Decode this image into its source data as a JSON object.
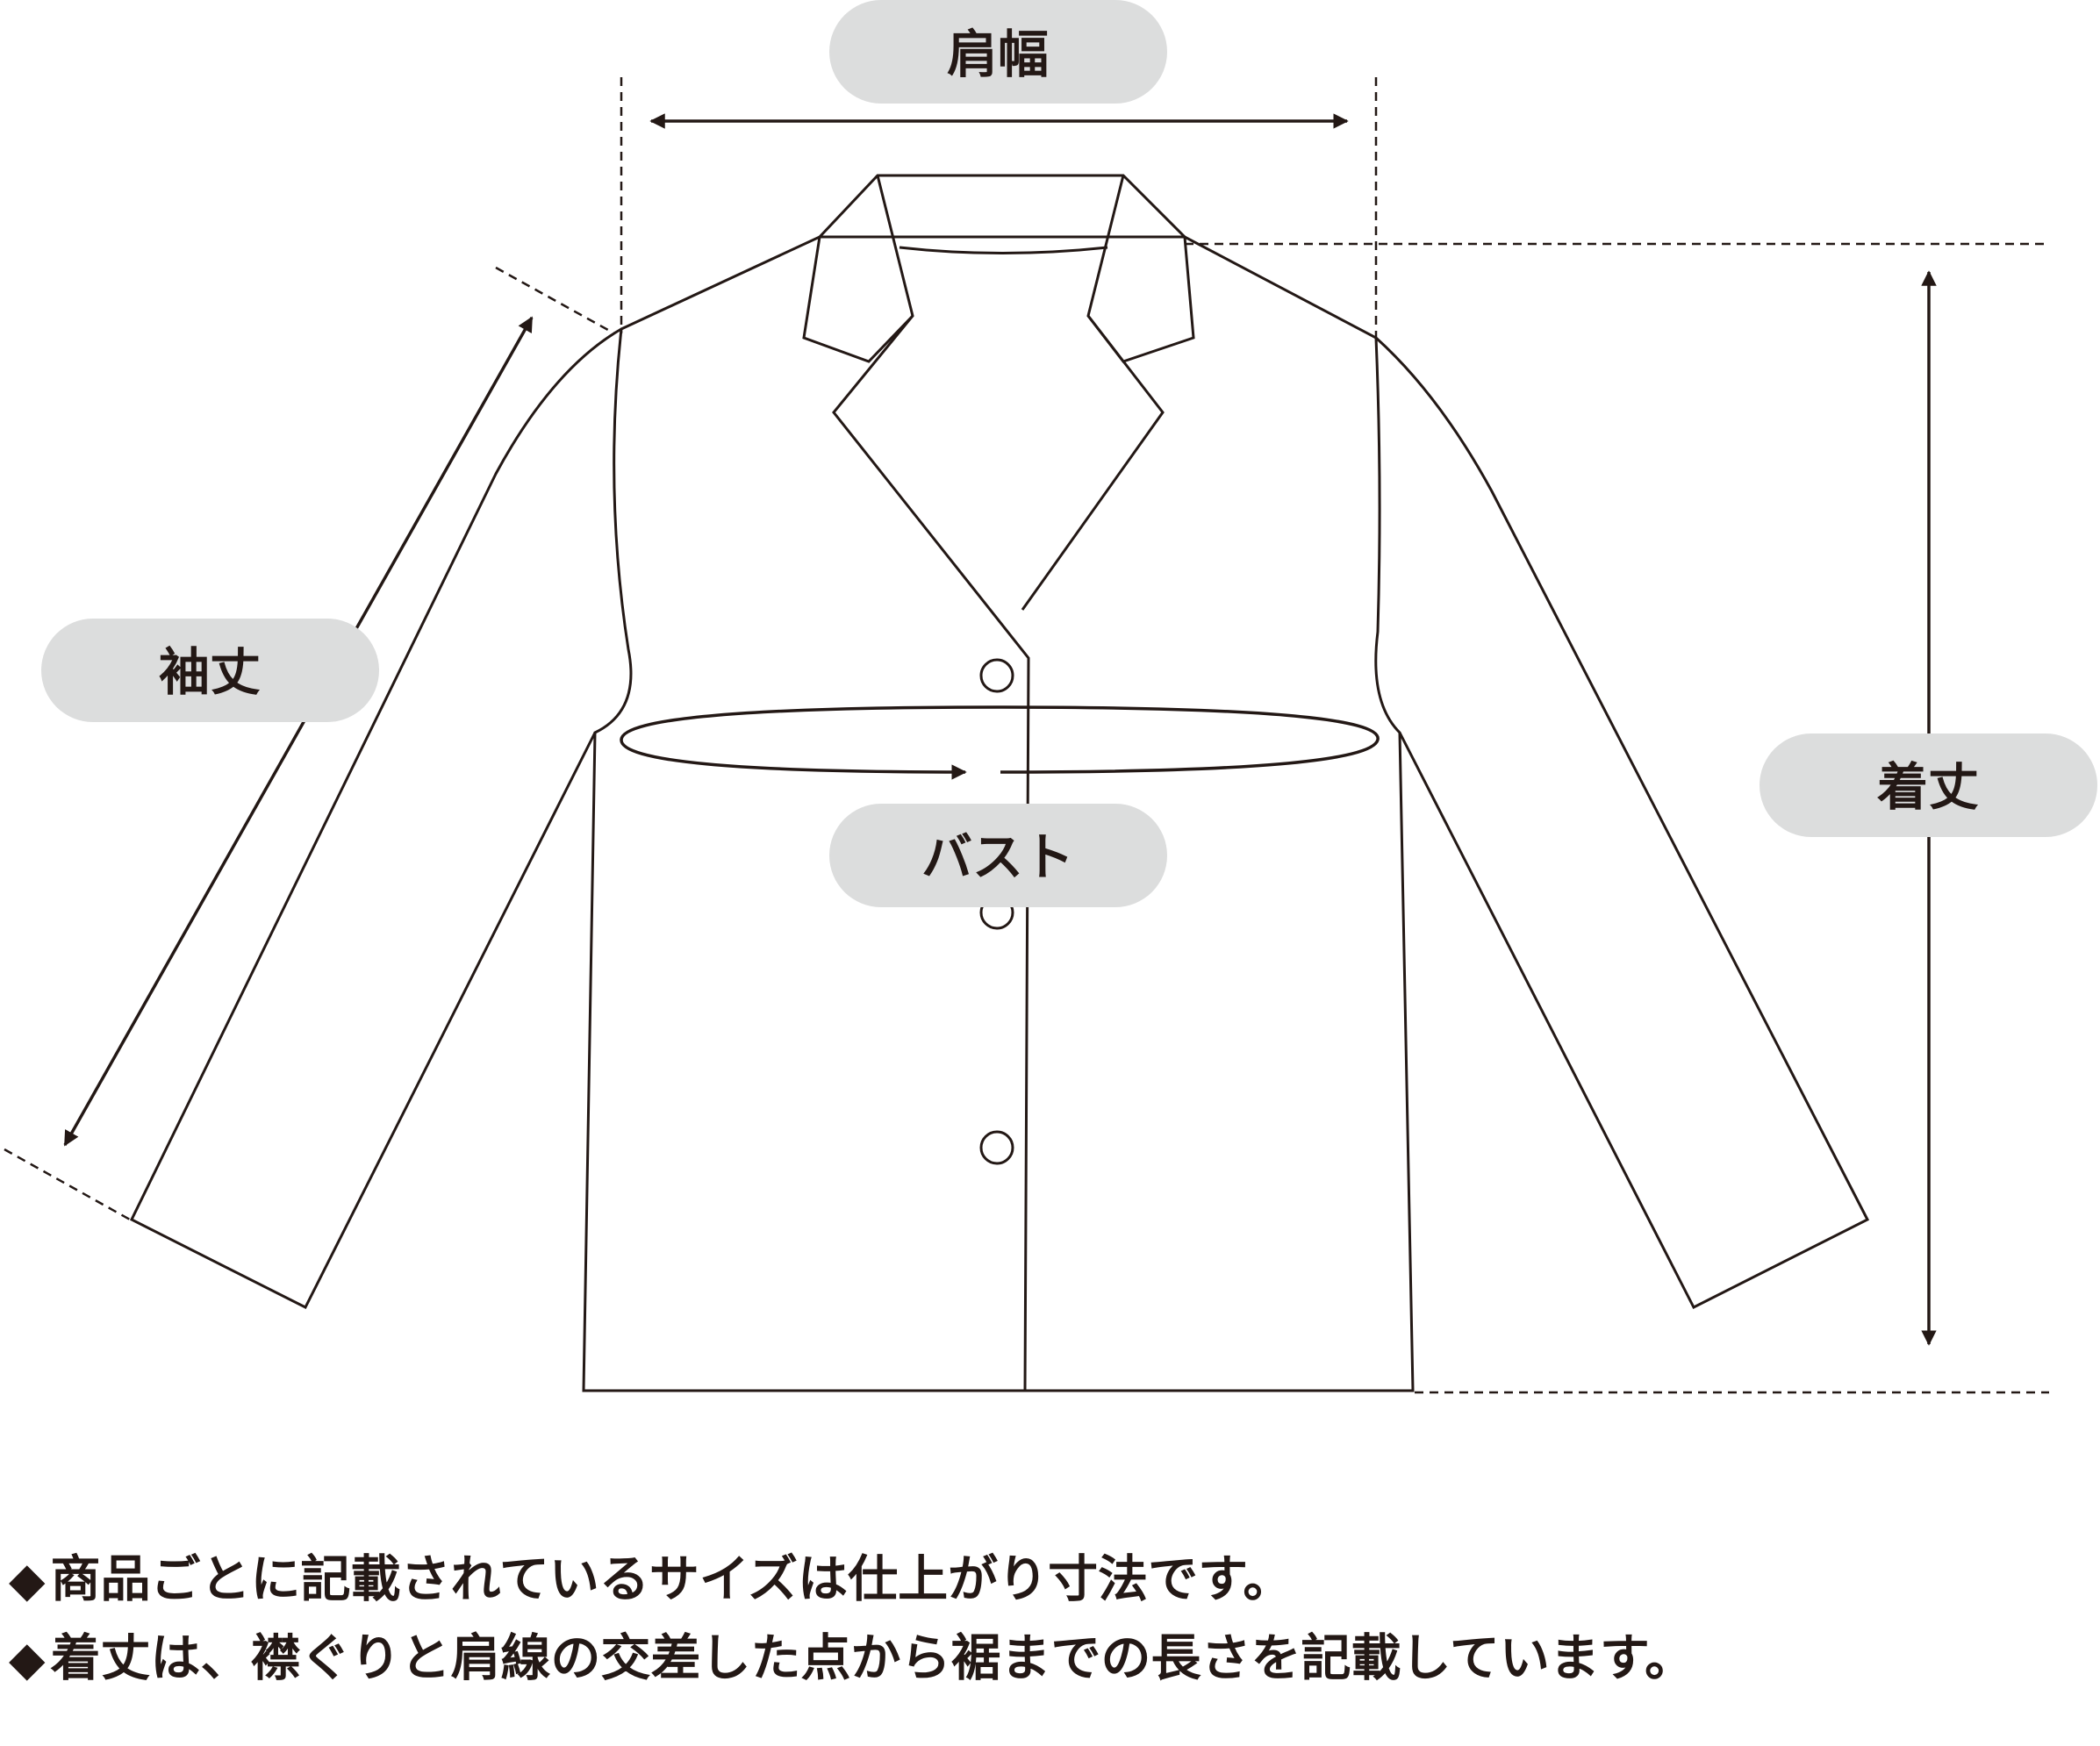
{
  "labels": {
    "shoulder": "肩幅",
    "sleeve": "袖丈",
    "length": "着丈",
    "bust": "バスト"
  },
  "notes": [
    {
      "bullet": "◆",
      "text": "商品ごとに記載されているサイズは仕上がり寸法です。"
    },
    {
      "bullet": "◆",
      "text": "着丈は、襟ぐりと肩線の交差した点から裾までの長さを記載しています。"
    }
  ],
  "colors": {
    "ink": "#231815",
    "pill": "#dcdddd",
    "background": "#ffffff"
  }
}
